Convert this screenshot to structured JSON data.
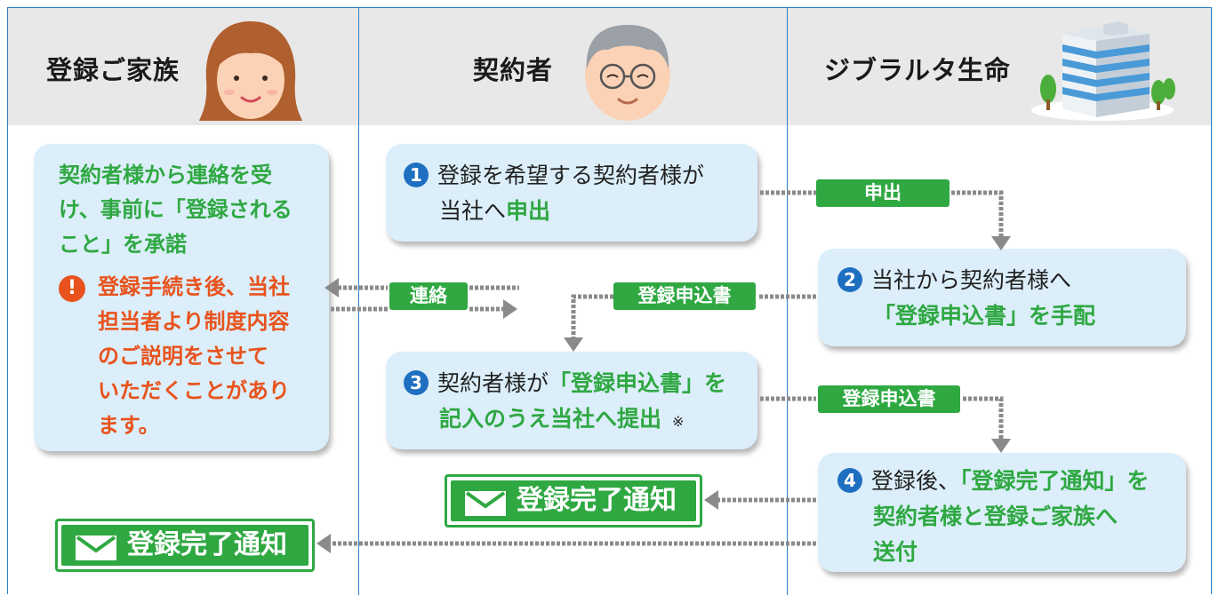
{
  "columns": [
    {
      "title": "登録ご家族",
      "icon": "woman-face-icon"
    },
    {
      "title": "契約者",
      "icon": "elderly-man-face-icon"
    },
    {
      "title": "ジブラルタ生命",
      "icon": "office-building-icon"
    }
  ],
  "family_box": {
    "line1": "契約者様から連絡を受",
    "line2": "け、事前に「登録される",
    "line3": "こと」を承諾",
    "warn_symbol": "!",
    "warn_line1": "登録手続き後、当社",
    "warn_line2": "担当者より制度内容",
    "warn_line3": "のご説明をさせて",
    "warn_line4": "いただくことがあり",
    "warn_line5": "ます。"
  },
  "steps": {
    "s1": {
      "num": "1",
      "line1": "登録を希望する契約者様が",
      "line2_a": "当社へ",
      "line2_b": "申出"
    },
    "s2": {
      "num": "2",
      "line1": "当社から契約者様へ",
      "line2": "「登録申込書」を手配"
    },
    "s3": {
      "num": "3",
      "line1_a": "契約者様が",
      "line1_b": "「登録申込書」を",
      "line2": "記入のうえ当社へ提出",
      "note": "※"
    },
    "s4": {
      "num": "4",
      "line1_a": "登録後、",
      "line1_b": "「登録完了通知」を",
      "line2": "契約者様と登録ご家族へ",
      "line3": "送付"
    }
  },
  "tags": {
    "apply": "申出",
    "contact": "連絡",
    "form1": "登録申込書",
    "form2": "登録申込書"
  },
  "notifications": {
    "to_contractor": "登録完了通知",
    "to_family": "登録完了通知"
  },
  "colors": {
    "green": "#2fa842",
    "blue": "#2f7fc9",
    "red": "#e8531d",
    "box": "#dbeefa",
    "header": "#e8e8e8"
  }
}
